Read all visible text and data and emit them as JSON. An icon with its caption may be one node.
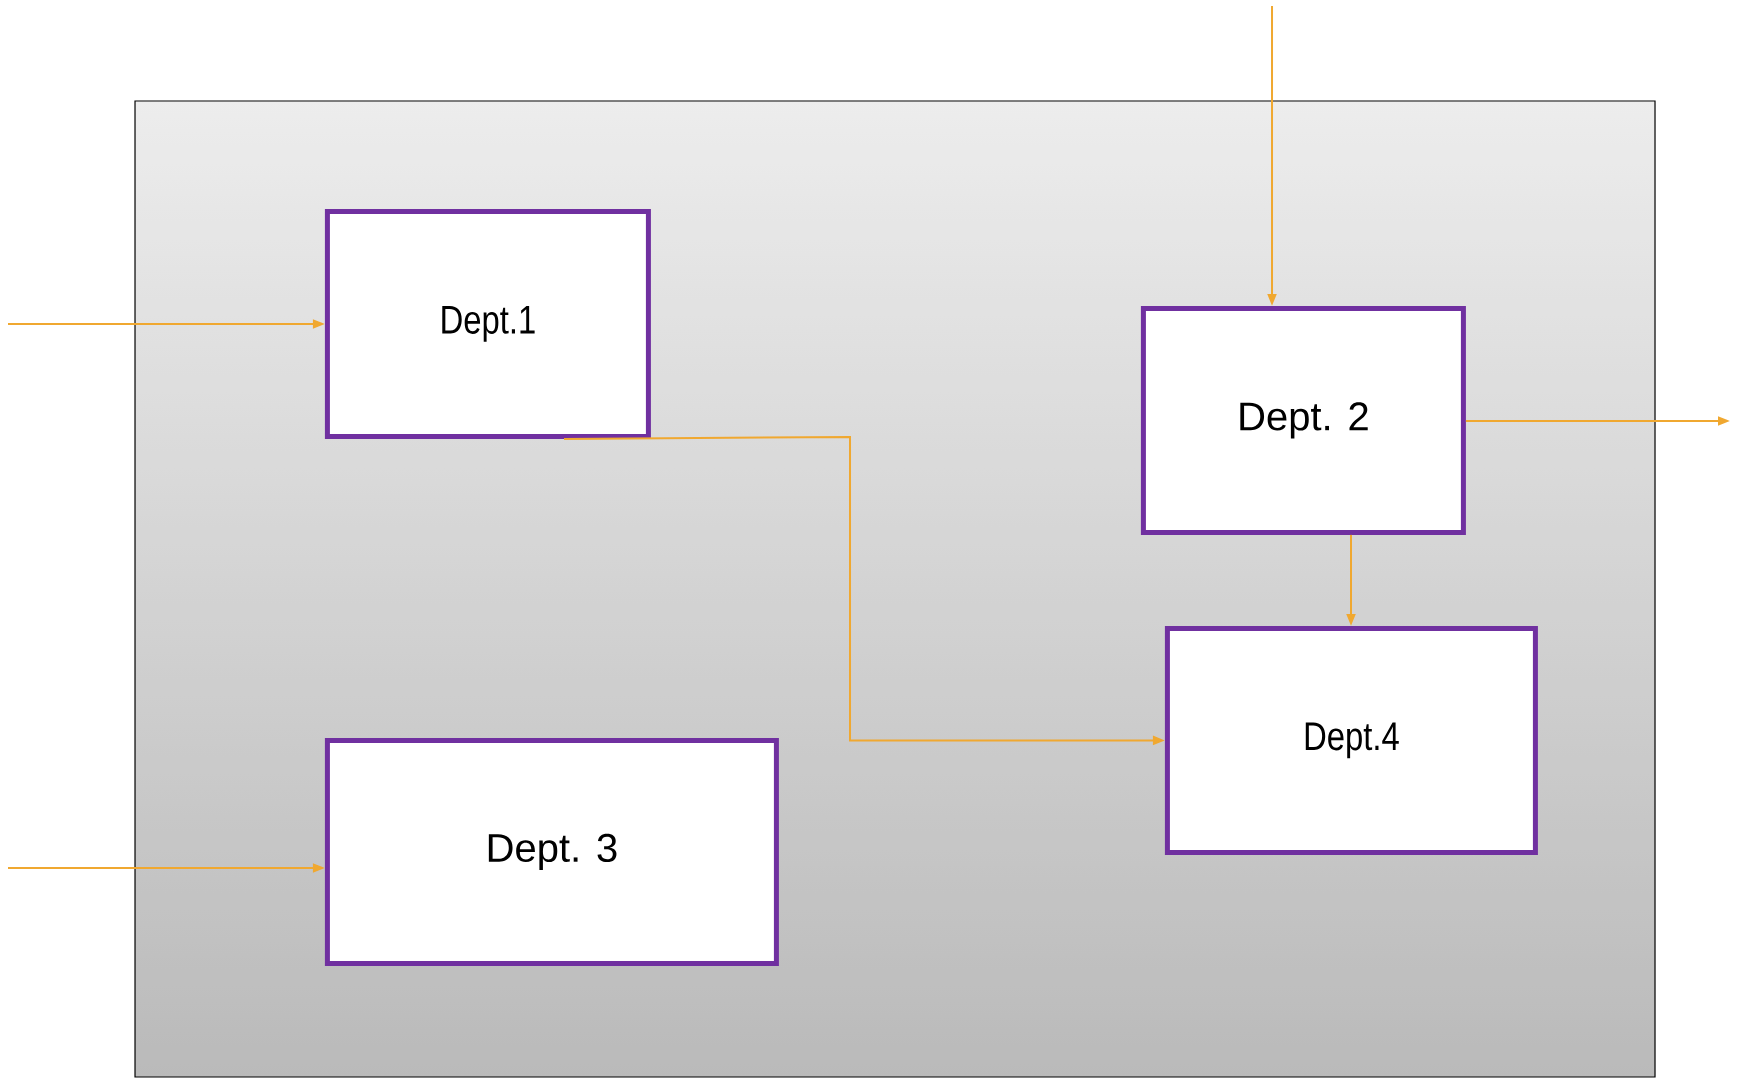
{
  "diagram": {
    "nodes": [
      {
        "text": [],
        "shape": "box"
      },
      {
        "text": [
          "Dept.1"
        ],
        "in": 0
      },
      {
        "text": [
          "Dept. 2"
        ],
        "in": 0
      },
      {
        "text": [
          "Dept.4"
        ],
        "in": 0
      },
      {
        "text": [
          "Dept. 3"
        ],
        "in": 0
      }
    ],
    "edges": [
      {
        "from": null,
        "to": 1,
        "arrow": "to"
      },
      {
        "from": null,
        "to": 2,
        "arrow": "to"
      },
      {
        "from": 2,
        "to": null,
        "arrow": "to"
      },
      {
        "from": 2,
        "to": 3,
        "arrow": "to"
      },
      {
        "from": 1,
        "to": 3,
        "arrow": "to"
      },
      {
        "from": null,
        "to": 4,
        "arrow": "to"
      }
    ]
  }
}
